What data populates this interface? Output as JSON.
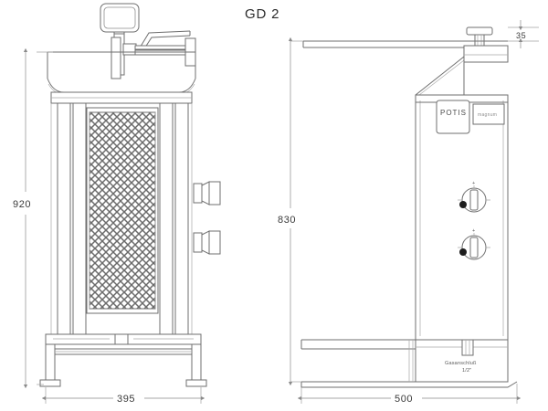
{
  "drawing": {
    "title": "GD 2",
    "background_color": "#ffffff",
    "line_color": "#6f6f6f"
  },
  "front_view": {
    "name": "front-elevation",
    "dimensions": {
      "height_label": "920",
      "width_label": "395"
    },
    "components": {
      "motor_housing": "motor-housing",
      "drive_shaft": "drive-shaft",
      "swing_arm": "swing-arm",
      "burner_mesh": "burner-mesh-panel",
      "side_brackets": "side-bracket",
      "stand": "floor-stand"
    }
  },
  "side_view": {
    "name": "side-elevation",
    "dimensions": {
      "height_label": "830",
      "depth_label": "500",
      "top_detail_label": "35"
    },
    "brand_plate": "POTIS",
    "model_plate": "magnum",
    "gas_connection": {
      "line1": "Gasanschluß",
      "line2": "1/2\""
    },
    "controls": [
      {
        "name": "burner-knob-upper"
      },
      {
        "name": "burner-knob-lower"
      }
    ]
  }
}
